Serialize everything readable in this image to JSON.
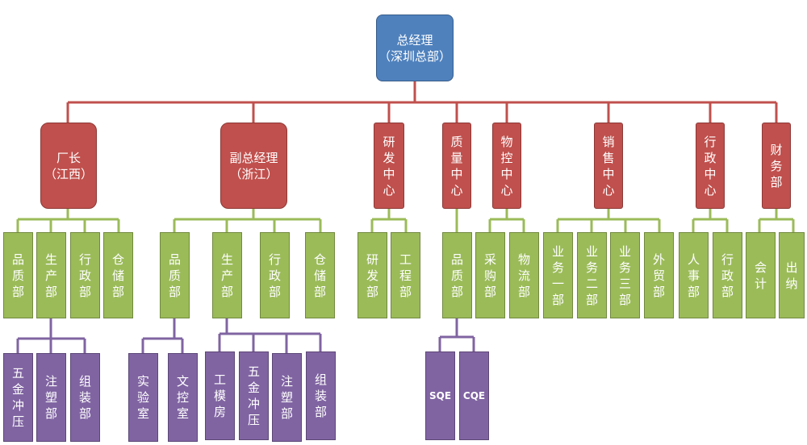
{
  "top": {
    "line1": "总经理",
    "line2": "（深圳总部）"
  },
  "level1": [
    {
      "line1": "厂长",
      "line2": "（江西）"
    },
    {
      "line1": "副总经理",
      "line2": "（浙江）"
    },
    {
      "label": "研发中心"
    },
    {
      "label": "质量中心"
    },
    {
      "label": "物控中心"
    },
    {
      "label": "销售中心"
    },
    {
      "label": "行政中心"
    },
    {
      "label": "财务部"
    }
  ],
  "level2": [
    "品质部",
    "生产部",
    "行政部",
    "仓储部",
    "品质部",
    "生产部",
    "行政部",
    "仓储部",
    "研发部",
    "工程部",
    "品质部",
    "采购部",
    "物流部",
    "业务一部",
    "业务二部",
    "业务三部",
    "外贸部",
    "人事部",
    "行政部",
    "会计",
    "出纳"
  ],
  "level3": [
    "五金冲压",
    "注塑部",
    "组装部",
    "实验室",
    "文控室",
    "工模房",
    "五金冲压",
    "注塑部",
    "组装部",
    "SQE",
    "CQE"
  ],
  "colors": {
    "top": "#4f81bd",
    "level1": "#c0504d",
    "level2": "#9bbb59",
    "level3": "#8064a2",
    "connector_red": "#c0504d",
    "connector_green": "#9bbb59",
    "connector_purple": "#8064a2"
  }
}
